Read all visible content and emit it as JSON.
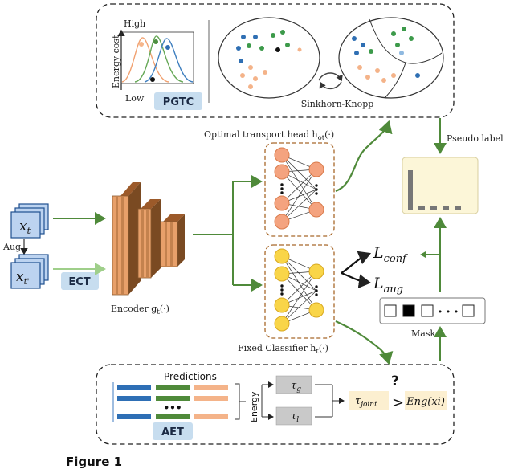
{
  "pgtc": {
    "axis_high": "High",
    "axis_low": "Low",
    "axis_ylabel": "Energy cost",
    "tag": "PGTC"
  },
  "sinkhorn": {
    "label": "Sinkhorn-Knopp"
  },
  "ot_head": {
    "label": "Optimal transport head h",
    "sub": "ot",
    "arg": "(·)"
  },
  "pseudo_label": {
    "label": "Pseudo label"
  },
  "inputs": {
    "x_t": "x",
    "x_t_sub": "t",
    "x_tprime": "x",
    "x_tprime_sub": "t'",
    "aug": "Aug",
    "ect": "ECT"
  },
  "encoder": {
    "label": "Encoder g",
    "sub": "t",
    "arg": "(·)"
  },
  "losses": {
    "conf": "L",
    "conf_sub": "conf",
    "aug": "L",
    "aug_sub": "aug"
  },
  "mask": {
    "label": "Mask",
    "ellipsis": "• • •"
  },
  "classifier": {
    "label": "Fixed Classifier h",
    "sub": "t",
    "arg": "(·)"
  },
  "aet": {
    "predictions": "Predictions",
    "ellipsis": "•••",
    "energy": "Energy",
    "tau_g": "τ",
    "tau_g_sub": "g",
    "tau_l": "τ",
    "tau_l_sub": "l",
    "tau_joint": "τ",
    "tau_joint_sub": "joint",
    "gt": ">",
    "eng": "Eng(xi)",
    "question": "?",
    "tag": "AET"
  },
  "caption": "Figure 1",
  "colors": {
    "arrow_green": "#4f8a3a",
    "node_orange": "#f4a37f",
    "node_yellow": "#f9d548",
    "encoder_front": "#e8a06a",
    "encoder_side": "#7a4a22",
    "tag_blue": "#c7ddef",
    "tau_fill": "#fcefd0",
    "bar_gray": "#777777",
    "panel_fill": "#fcf6d8"
  }
}
